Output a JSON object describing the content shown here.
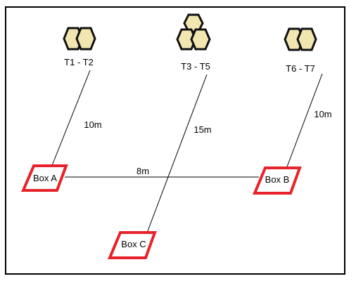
{
  "colors": {
    "frame": "#000000",
    "box_outline": "#e8222a",
    "hex_fill": "#f2e6b0",
    "hex_outline": "#111111",
    "line": "#000000"
  },
  "turbine_groups": [
    {
      "label": "T1 - T2",
      "icon": "two-hexagon-icon",
      "hex_count": 2
    },
    {
      "label": "T3 - T5",
      "icon": "three-hexagon-icon",
      "hex_count": 3
    },
    {
      "label": "T6 - T7",
      "icon": "two-hexagon-icon",
      "hex_count": 2
    }
  ],
  "boxes": [
    {
      "label": "Box A"
    },
    {
      "label": "Box B"
    },
    {
      "label": "Box C"
    }
  ],
  "distances": [
    {
      "label": "10m"
    },
    {
      "label": "15m"
    },
    {
      "label": "10m"
    },
    {
      "label": "8m"
    }
  ]
}
